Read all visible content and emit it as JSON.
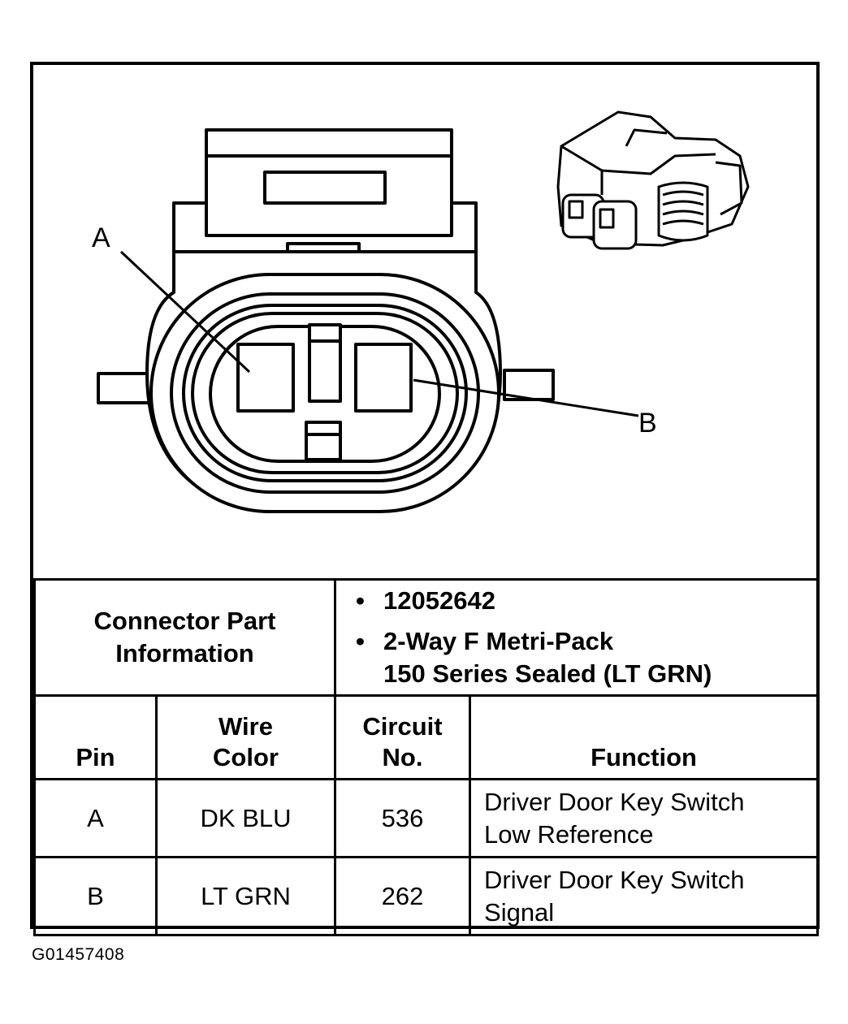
{
  "diagram": {
    "pin_a_label": "A",
    "pin_b_label": "B"
  },
  "connector_info": {
    "label_line1": "Connector Part",
    "label_line2": "Information",
    "part_number": "12052642",
    "description_line1": "2-Way F Metri-Pack",
    "description_line2": "150 Series Sealed (LT GRN)"
  },
  "table": {
    "headers": {
      "pin": "Pin",
      "wire_color_line1": "Wire",
      "wire_color_line2": "Color",
      "circuit_line1": "Circuit",
      "circuit_line2": "No.",
      "function": "Function"
    },
    "rows": [
      {
        "pin": "A",
        "wire_color": "DK BLU",
        "circuit": "536",
        "function_line1": "Driver Door Key Switch",
        "function_line2": "Low Reference"
      },
      {
        "pin": "B",
        "wire_color": "LT GRN",
        "circuit": "262",
        "function_line1": "Driver Door Key Switch",
        "function_line2": "Signal"
      }
    ]
  },
  "figure_id": "G01457408"
}
